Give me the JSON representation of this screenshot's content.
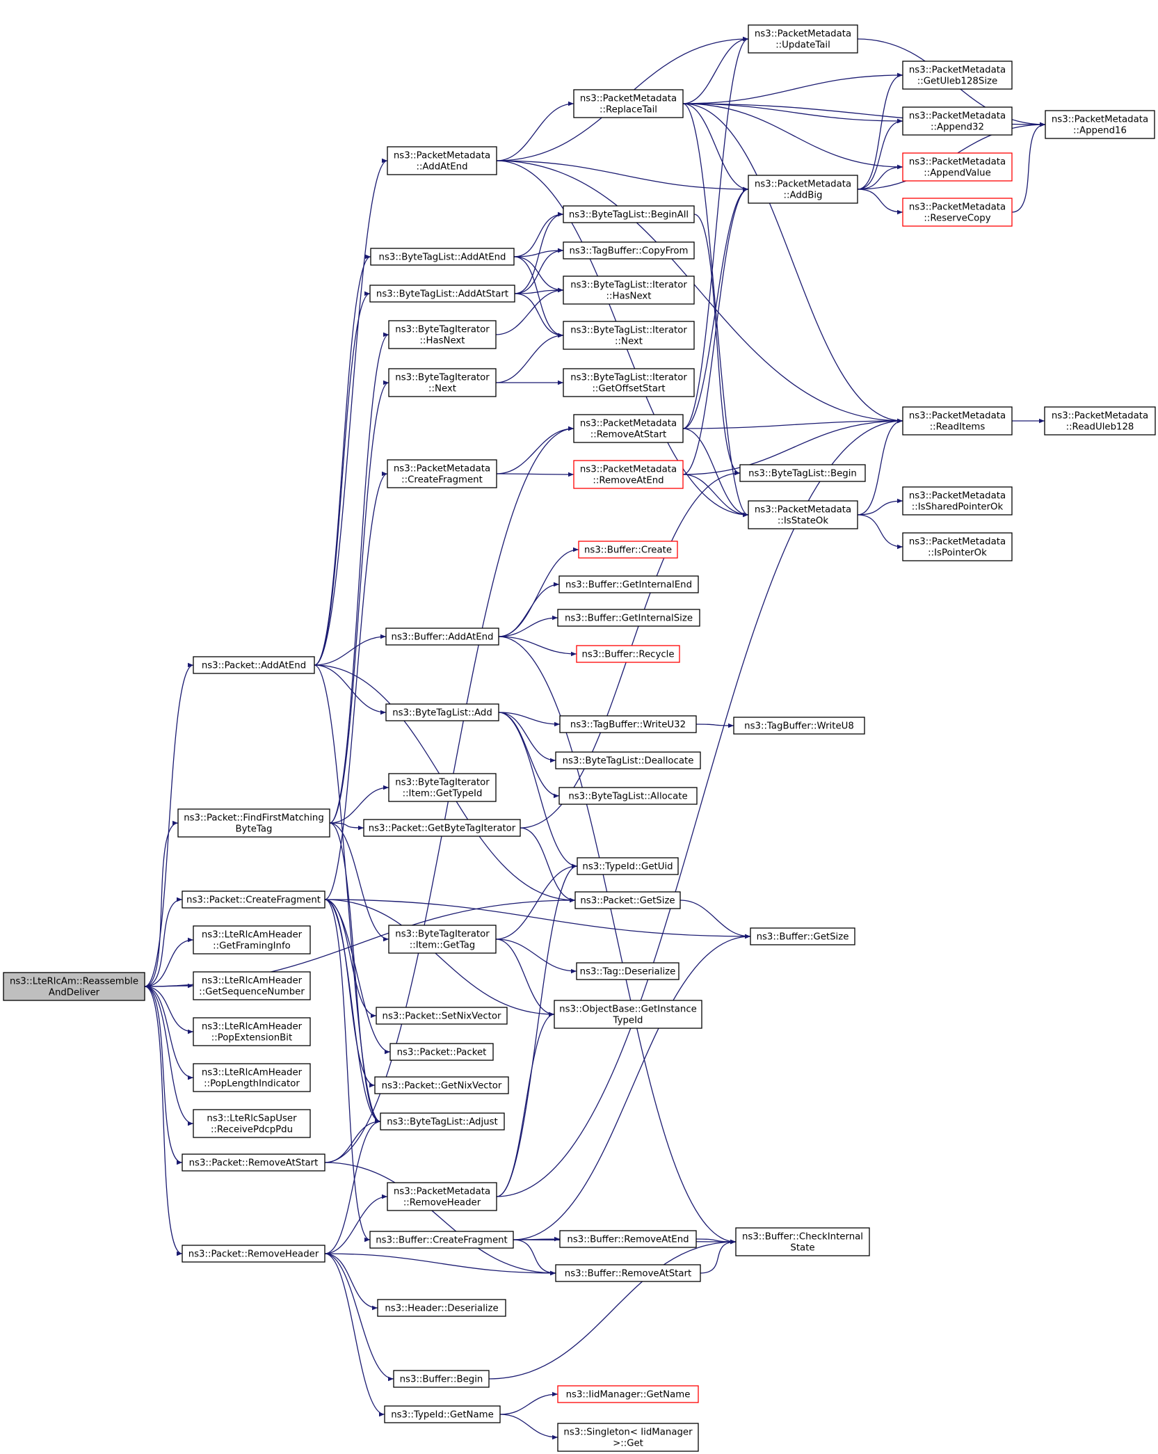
{
  "colors": {
    "edge": "#191970",
    "node_border": "#000000",
    "node_border_truncated": "#ff0000",
    "node_fill": "#ffffff",
    "root_fill": "#bfbfbf",
    "text": "#000000"
  },
  "nodes": [
    {
      "id": "root",
      "lines": [
        "ns3::LteRlcAm::Reassemble",
        "AndDeliver"
      ],
      "root": true
    },
    {
      "id": "pkt_addatend",
      "lines": [
        "ns3::Packet::AddAtEnd"
      ]
    },
    {
      "id": "pkt_findfirst",
      "lines": [
        "ns3::Packet::FindFirstMatching",
        "ByteTag"
      ]
    },
    {
      "id": "pkt_createfrag",
      "lines": [
        "ns3::Packet::CreateFragment"
      ]
    },
    {
      "id": "hdr_framing",
      "lines": [
        "ns3::LteRlcAmHeader",
        "::GetFramingInfo"
      ]
    },
    {
      "id": "hdr_seqnum",
      "lines": [
        "ns3::LteRlcAmHeader",
        "::GetSequenceNumber"
      ]
    },
    {
      "id": "hdr_popext",
      "lines": [
        "ns3::LteRlcAmHeader",
        "::PopExtensionBit"
      ]
    },
    {
      "id": "hdr_poplen",
      "lines": [
        "ns3::LteRlcAmHeader",
        "::PopLengthIndicator"
      ]
    },
    {
      "id": "sap_receive",
      "lines": [
        "ns3::LteRlcSapUser",
        "::ReceivePdcpPdu"
      ]
    },
    {
      "id": "pkt_removeatstart",
      "lines": [
        "ns3::Packet::RemoveAtStart"
      ]
    },
    {
      "id": "pkt_removeheader",
      "lines": [
        "ns3::Packet::RemoveHeader"
      ]
    },
    {
      "id": "pm_addatend",
      "lines": [
        "ns3::PacketMetadata",
        "::AddAtEnd"
      ]
    },
    {
      "id": "btl_addatend",
      "lines": [
        "ns3::ByteTagList::AddAtEnd"
      ]
    },
    {
      "id": "btl_addatstart",
      "lines": [
        "ns3::ByteTagList::AddAtStart"
      ]
    },
    {
      "id": "bti_hasnext",
      "lines": [
        "ns3::ByteTagIterator",
        "::HasNext"
      ]
    },
    {
      "id": "bti_next",
      "lines": [
        "ns3::ByteTagIterator",
        "::Next"
      ]
    },
    {
      "id": "pm_createfrag",
      "lines": [
        "ns3::PacketMetadata",
        "::CreateFragment"
      ]
    },
    {
      "id": "buf_addatend",
      "lines": [
        "ns3::Buffer::AddAtEnd"
      ]
    },
    {
      "id": "btl_add",
      "lines": [
        "ns3::ByteTagList::Add"
      ]
    },
    {
      "id": "bti_item_gettypeid",
      "lines": [
        "ns3::ByteTagIterator",
        "::Item::GetTypeId"
      ]
    },
    {
      "id": "pkt_getbytetagiter",
      "lines": [
        "ns3::Packet::GetByteTagIterator"
      ]
    },
    {
      "id": "bti_item_gettag",
      "lines": [
        "ns3::ByteTagIterator",
        "::Item::GetTag"
      ]
    },
    {
      "id": "pkt_setnix",
      "lines": [
        "ns3::Packet::SetNixVector"
      ]
    },
    {
      "id": "pkt_packet",
      "lines": [
        "ns3::Packet::Packet"
      ]
    },
    {
      "id": "pkt_getnix",
      "lines": [
        "ns3::Packet::GetNixVector"
      ]
    },
    {
      "id": "btl_adjust",
      "lines": [
        "ns3::ByteTagList::Adjust"
      ]
    },
    {
      "id": "pm_removeheader",
      "lines": [
        "ns3::PacketMetadata",
        "::RemoveHeader"
      ]
    },
    {
      "id": "buf_createfrag",
      "lines": [
        "ns3::Buffer::CreateFragment"
      ]
    },
    {
      "id": "hdr_deserialize",
      "lines": [
        "ns3::Header::Deserialize"
      ]
    },
    {
      "id": "buf_begin",
      "lines": [
        "ns3::Buffer::Begin"
      ]
    },
    {
      "id": "typeid_getname",
      "lines": [
        "ns3::TypeId::GetName"
      ]
    },
    {
      "id": "pm_replacetail",
      "lines": [
        "ns3::PacketMetadata",
        "::ReplaceTail"
      ]
    },
    {
      "id": "btl_beginall",
      "lines": [
        "ns3::ByteTagList::BeginAll"
      ]
    },
    {
      "id": "tb_copyfrom",
      "lines": [
        "ns3::TagBuffer::CopyFrom"
      ]
    },
    {
      "id": "btl_iter_hasnext",
      "lines": [
        "ns3::ByteTagList::Iterator",
        "::HasNext"
      ]
    },
    {
      "id": "btl_iter_next",
      "lines": [
        "ns3::ByteTagList::Iterator",
        "::Next"
      ]
    },
    {
      "id": "btl_iter_getoffset",
      "lines": [
        "ns3::ByteTagList::Iterator",
        "::GetOffsetStart"
      ]
    },
    {
      "id": "pm_removeatstart",
      "lines": [
        "ns3::PacketMetadata",
        "::RemoveAtStart"
      ]
    },
    {
      "id": "pm_removeatend",
      "lines": [
        "ns3::PacketMetadata",
        "::RemoveAtEnd"
      ],
      "truncated": true
    },
    {
      "id": "buf_create",
      "lines": [
        "ns3::Buffer::Create"
      ],
      "truncated": true
    },
    {
      "id": "buf_getinternalend",
      "lines": [
        "ns3::Buffer::GetInternalEnd"
      ]
    },
    {
      "id": "buf_getinternalsize",
      "lines": [
        "ns3::Buffer::GetInternalSize"
      ]
    },
    {
      "id": "buf_recycle",
      "lines": [
        "ns3::Buffer::Recycle"
      ],
      "truncated": true
    },
    {
      "id": "tb_writeu32",
      "lines": [
        "ns3::TagBuffer::WriteU32"
      ]
    },
    {
      "id": "btl_deallocate",
      "lines": [
        "ns3::ByteTagList::Deallocate"
      ]
    },
    {
      "id": "btl_allocate",
      "lines": [
        "ns3::ByteTagList::Allocate"
      ]
    },
    {
      "id": "typeid_getuid",
      "lines": [
        "ns3::TypeId::GetUid"
      ]
    },
    {
      "id": "pkt_getsize",
      "lines": [
        "ns3::Packet::GetSize"
      ]
    },
    {
      "id": "tag_deserialize",
      "lines": [
        "ns3::Tag::Deserialize"
      ]
    },
    {
      "id": "ob_getinstancetypeid",
      "lines": [
        "ns3::ObjectBase::GetInstance",
        "TypeId"
      ]
    },
    {
      "id": "buf_removeatend",
      "lines": [
        "ns3::Buffer::RemoveAtEnd"
      ]
    },
    {
      "id": "buf_removeatstart",
      "lines": [
        "ns3::Buffer::RemoveAtStart"
      ]
    },
    {
      "id": "iid_getname",
      "lines": [
        "ns3::IidManager::GetName"
      ],
      "truncated": true
    },
    {
      "id": "singleton_get",
      "lines": [
        "ns3::Singleton< IidManager",
        ">::Get"
      ]
    },
    {
      "id": "pm_updatetail",
      "lines": [
        "ns3::PacketMetadata",
        "::UpdateTail"
      ]
    },
    {
      "id": "pm_getuleb128size",
      "lines": [
        "ns3::PacketMetadata",
        "::GetUleb128Size"
      ]
    },
    {
      "id": "pm_append32",
      "lines": [
        "ns3::PacketMetadata",
        "::Append32"
      ]
    },
    {
      "id": "pm_appendvalue",
      "lines": [
        "ns3::PacketMetadata",
        "::AppendValue"
      ],
      "truncated": true
    },
    {
      "id": "pm_addbig",
      "lines": [
        "ns3::PacketMetadata",
        "::AddBig"
      ]
    },
    {
      "id": "pm_reservecopy",
      "lines": [
        "ns3::PacketMetadata",
        "::ReserveCopy"
      ],
      "truncated": true
    },
    {
      "id": "pm_readitems",
      "lines": [
        "ns3::PacketMetadata",
        "::ReadItems"
      ]
    },
    {
      "id": "btl_begin",
      "lines": [
        "ns3::ByteTagList::Begin"
      ]
    },
    {
      "id": "pm_isstateok",
      "lines": [
        "ns3::PacketMetadata",
        "::IsStateOk"
      ]
    },
    {
      "id": "pm_issharedptrok",
      "lines": [
        "ns3::PacketMetadata",
        "::IsSharedPointerOk"
      ]
    },
    {
      "id": "pm_ispointerok",
      "lines": [
        "ns3::PacketMetadata",
        "::IsPointerOk"
      ]
    },
    {
      "id": "tb_writeu8",
      "lines": [
        "ns3::TagBuffer::WriteU8"
      ]
    },
    {
      "id": "buf_getsize",
      "lines": [
        "ns3::Buffer::GetSize"
      ]
    },
    {
      "id": "buf_checkinternal",
      "lines": [
        "ns3::Buffer::CheckInternal",
        "State"
      ]
    },
    {
      "id": "pm_append16",
      "lines": [
        "ns3::PacketMetadata",
        "::Append16"
      ]
    },
    {
      "id": "pm_readuleb128",
      "lines": [
        "ns3::PacketMetadata",
        "::ReadUleb128"
      ]
    }
  ],
  "edges": [
    [
      "root",
      "pkt_addatend"
    ],
    [
      "root",
      "pkt_findfirst"
    ],
    [
      "root",
      "pkt_createfrag"
    ],
    [
      "root",
      "hdr_framing"
    ],
    [
      "root",
      "hdr_seqnum"
    ],
    [
      "root",
      "hdr_popext"
    ],
    [
      "root",
      "hdr_poplen"
    ],
    [
      "root",
      "sap_receive"
    ],
    [
      "root",
      "pkt_removeatstart"
    ],
    [
      "root",
      "pkt_removeheader"
    ],
    [
      "root",
      "pkt_getsize"
    ],
    [
      "pkt_addatend",
      "pm_addatend"
    ],
    [
      "pkt_addatend",
      "btl_addatend"
    ],
    [
      "pkt_addatend",
      "btl_addatstart"
    ],
    [
      "pkt_addatend",
      "buf_addatend"
    ],
    [
      "pkt_addatend",
      "btl_add"
    ],
    [
      "pkt_addatend",
      "pkt_getsize"
    ],
    [
      "pkt_addatend",
      "btl_adjust"
    ],
    [
      "pkt_findfirst",
      "bti_hasnext"
    ],
    [
      "pkt_findfirst",
      "bti_next"
    ],
    [
      "pkt_findfirst",
      "bti_item_gettypeid"
    ],
    [
      "pkt_findfirst",
      "pkt_getbytetagiter"
    ],
    [
      "pkt_findfirst",
      "bti_item_gettag"
    ],
    [
      "pkt_findfirst",
      "btl_adjust"
    ],
    [
      "pkt_createfrag",
      "pm_createfrag"
    ],
    [
      "pkt_createfrag",
      "buf_getsize"
    ],
    [
      "pkt_createfrag",
      "pkt_setnix"
    ],
    [
      "pkt_createfrag",
      "pkt_packet"
    ],
    [
      "pkt_createfrag",
      "pkt_getnix"
    ],
    [
      "pkt_createfrag",
      "btl_adjust"
    ],
    [
      "pkt_createfrag",
      "buf_createfrag"
    ],
    [
      "pkt_createfrag",
      "ob_getinstancetypeid"
    ],
    [
      "pkt_removeatstart",
      "btl_adjust"
    ],
    [
      "pkt_removeatstart",
      "pm_removeatstart"
    ],
    [
      "pkt_removeatstart",
      "buf_removeatstart"
    ],
    [
      "pkt_removeheader",
      "pm_removeheader"
    ],
    [
      "pkt_removeheader",
      "hdr_deserialize"
    ],
    [
      "pkt_removeheader",
      "buf_begin"
    ],
    [
      "pkt_removeheader",
      "typeid_getname"
    ],
    [
      "pkt_removeheader",
      "buf_removeatstart"
    ],
    [
      "pkt_removeheader",
      "btl_adjust"
    ],
    [
      "pm_addatend",
      "pm_replacetail"
    ],
    [
      "pm_addatend",
      "pm_updatetail"
    ],
    [
      "pm_addatend",
      "pm_addbig"
    ],
    [
      "pm_addatend",
      "pm_readitems"
    ],
    [
      "pm_addatend",
      "pm_isstateok"
    ],
    [
      "btl_addatend",
      "btl_beginall"
    ],
    [
      "btl_addatend",
      "tb_copyfrom"
    ],
    [
      "btl_addatend",
      "btl_iter_hasnext"
    ],
    [
      "btl_addatend",
      "btl_iter_next"
    ],
    [
      "btl_addatstart",
      "btl_beginall"
    ],
    [
      "btl_addatstart",
      "tb_copyfrom"
    ],
    [
      "btl_addatstart",
      "btl_iter_hasnext"
    ],
    [
      "btl_addatstart",
      "btl_iter_next"
    ],
    [
      "bti_hasnext",
      "btl_iter_hasnext"
    ],
    [
      "bti_next",
      "btl_iter_next"
    ],
    [
      "bti_next",
      "btl_iter_getoffset"
    ],
    [
      "pm_createfrag",
      "pm_removeatstart"
    ],
    [
      "pm_createfrag",
      "pm_removeatend"
    ],
    [
      "buf_addatend",
      "buf_create"
    ],
    [
      "buf_addatend",
      "buf_getinternalend"
    ],
    [
      "buf_addatend",
      "buf_getinternalsize"
    ],
    [
      "buf_addatend",
      "buf_recycle"
    ],
    [
      "buf_addatend",
      "buf_checkinternal"
    ],
    [
      "btl_add",
      "tb_writeu32"
    ],
    [
      "btl_add",
      "btl_deallocate"
    ],
    [
      "btl_add",
      "btl_allocate"
    ],
    [
      "btl_add",
      "typeid_getuid"
    ],
    [
      "pkt_getbytetagiter",
      "btl_begin"
    ],
    [
      "pkt_getbytetagiter",
      "pkt_getsize"
    ],
    [
      "bti_item_gettag",
      "tag_deserialize"
    ],
    [
      "bti_item_gettag",
      "ob_getinstancetypeid"
    ],
    [
      "bti_item_gettag",
      "typeid_getuid"
    ],
    [
      "pm_removeheader",
      "pm_readitems"
    ],
    [
      "pm_removeheader",
      "ob_getinstancetypeid"
    ],
    [
      "pm_removeheader",
      "typeid_getuid"
    ],
    [
      "buf_createfrag",
      "buf_removeatend"
    ],
    [
      "buf_createfrag",
      "buf_removeatstart"
    ],
    [
      "buf_createfrag",
      "buf_checkinternal"
    ],
    [
      "buf_createfrag",
      "buf_getsize"
    ],
    [
      "buf_begin",
      "buf_checkinternal"
    ],
    [
      "typeid_getname",
      "iid_getname"
    ],
    [
      "typeid_getname",
      "singleton_get"
    ],
    [
      "pm_replacetail",
      "pm_updatetail"
    ],
    [
      "pm_replacetail",
      "pm_getuleb128size"
    ],
    [
      "pm_replacetail",
      "pm_append32"
    ],
    [
      "pm_replacetail",
      "pm_appendvalue"
    ],
    [
      "pm_replacetail",
      "pm_addbig"
    ],
    [
      "pm_replacetail",
      "pm_readitems"
    ],
    [
      "pm_replacetail",
      "pm_isstateok"
    ],
    [
      "pm_replacetail",
      "pm_append16"
    ],
    [
      "btl_beginall",
      "btl_begin"
    ],
    [
      "pm_removeatstart",
      "pm_readitems"
    ],
    [
      "pm_removeatstart",
      "pm_isstateok"
    ],
    [
      "pm_removeatstart",
      "pm_updatetail"
    ],
    [
      "pm_removeatstart",
      "pm_addbig"
    ],
    [
      "pm_removeatend",
      "pm_readitems"
    ],
    [
      "pm_removeatend",
      "pm_isstateok"
    ],
    [
      "pm_removeatend",
      "pm_addbig"
    ],
    [
      "tb_writeu32",
      "tb_writeu8"
    ],
    [
      "pkt_getsize",
      "buf_getsize"
    ],
    [
      "buf_removeatend",
      "buf_checkinternal"
    ],
    [
      "buf_removeatstart",
      "buf_checkinternal"
    ],
    [
      "pm_updatetail",
      "pm_append16"
    ],
    [
      "pm_addbig",
      "pm_getuleb128size"
    ],
    [
      "pm_addbig",
      "pm_append32"
    ],
    [
      "pm_addbig",
      "pm_appendvalue"
    ],
    [
      "pm_addbig",
      "pm_reservecopy"
    ],
    [
      "pm_addbig",
      "pm_append16"
    ],
    [
      "pm_reservecopy",
      "pm_append16"
    ],
    [
      "pm_readitems",
      "pm_readuleb128"
    ],
    [
      "pm_isstateok",
      "pm_issharedptrok"
    ],
    [
      "pm_isstateok",
      "pm_ispointerok"
    ],
    [
      "pm_isstateok",
      "pm_readitems"
    ]
  ]
}
